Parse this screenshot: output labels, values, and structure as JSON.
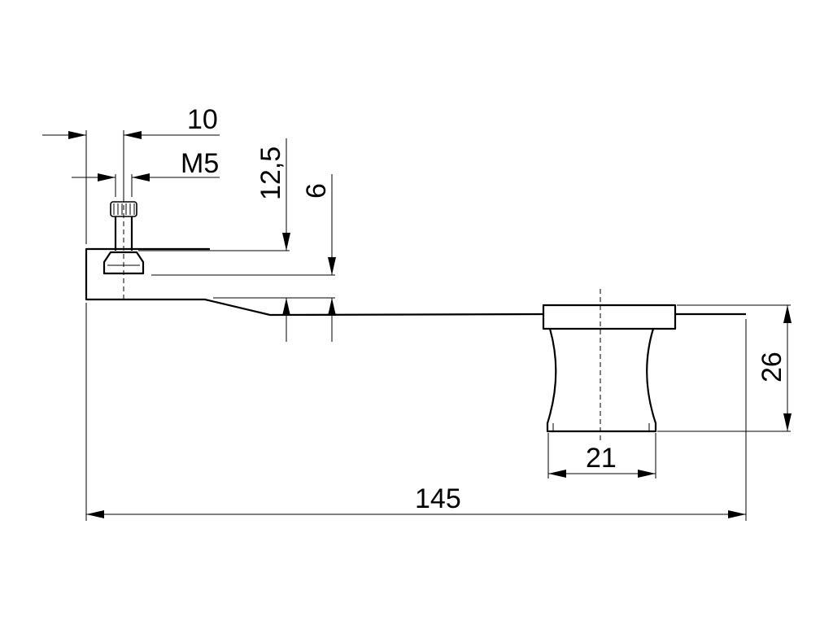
{
  "dimensions": {
    "overall_length": "145",
    "pad_height": "26",
    "pad_width": "21",
    "screw_offset": "10",
    "thread": "M5",
    "height_upper": "12,5",
    "height_lower": "6"
  }
}
